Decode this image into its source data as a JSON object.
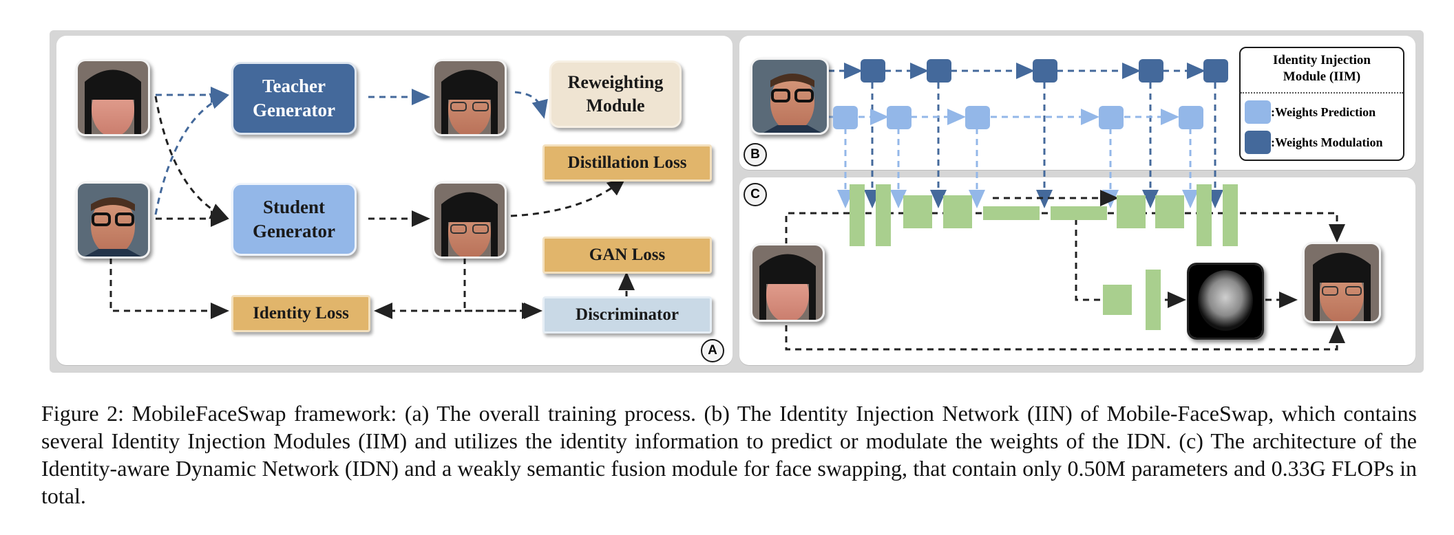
{
  "panel_a": {
    "teacher_generator": "Teacher Generator",
    "student_generator": "Student Generator",
    "reweighting_module": "Reweighting Module",
    "distillation_loss": "Distillation Loss",
    "gan_loss": "GAN Loss",
    "identity_loss": "Identity Loss",
    "discriminator": "Discriminator",
    "badge": "A"
  },
  "panel_b": {
    "badge": "B",
    "legend_title": "Identity Injection Module (IIM)",
    "legend_items": [
      {
        "label": ":Weights Prediction",
        "color": "#93b7e8"
      },
      {
        "label": ":Weights Modulation",
        "color": "#44699b"
      }
    ]
  },
  "panel_c": {
    "badge": "C"
  },
  "colors": {
    "green_block": "#a9cf8e",
    "dark_blue": "#44699b",
    "light_blue": "#93b7e8",
    "loss": "#e1b56b"
  },
  "caption": "Figure 2: MobileFaceSwap framework: (a) The overall training process. (b) The Identity Injection Network (IIN) of Mobile-FaceSwap, which contains several Identity Injection Modules (IIM) and utilizes the identity information to predict or modulate the weights of the IDN. (c) The architecture of the Identity-aware Dynamic Network (IDN) and a weakly semantic fusion module for face swapping, that contain only 0.50M parameters and 0.33G FLOPs in total."
}
